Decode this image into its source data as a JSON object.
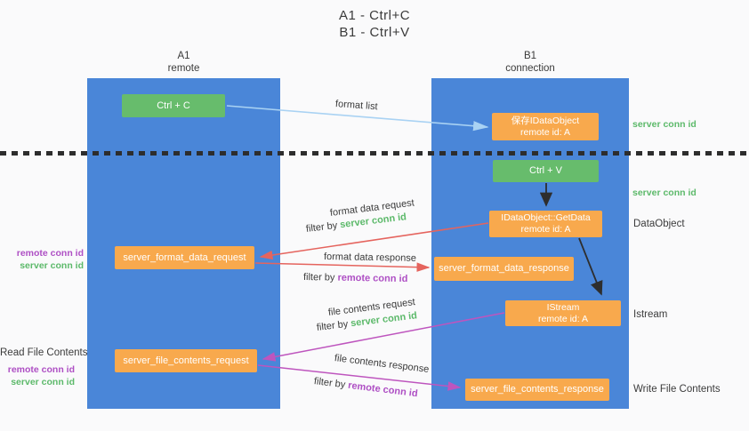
{
  "title": {
    "line1": "A1 - Ctrl+C",
    "line2": "B1 - Ctrl+V"
  },
  "columns": {
    "left": {
      "name": "A1",
      "role": "remote"
    },
    "right": {
      "name": "B1",
      "role": "connection"
    }
  },
  "boxes": {
    "ctrl_c": {
      "label": "Ctrl + C"
    },
    "save_idataobject": {
      "line1": "保存IDataObject",
      "line2": "remote id: A"
    },
    "ctrl_v": {
      "label": "Ctrl + V"
    },
    "getdata": {
      "line1": "IDataObject::GetData",
      "line2": "remote id: A"
    },
    "format_request": {
      "label": "server_format_data_request"
    },
    "format_response": {
      "label": "server_format_data_response"
    },
    "istream": {
      "line1": "IStream",
      "line2": "remote id: A"
    },
    "file_request": {
      "label": "server_file_contents_request"
    },
    "file_response": {
      "label": "server_file_contents_response"
    }
  },
  "arrow_labels": {
    "format_list": "format list",
    "format_data_request": "format data request",
    "format_data_request_filter_prefix": "filter by ",
    "format_data_request_filter_id": "server conn id",
    "format_data_response": "format data response",
    "format_data_response_filter_prefix": "filter by ",
    "format_data_response_filter_id": "remote conn id",
    "file_contents_request": "file contents request",
    "file_contents_request_filter_prefix": "filter by ",
    "file_contents_request_filter_id": "server conn id",
    "file_contents_response": "file contents response",
    "file_contents_response_filter_prefix": "filter by ",
    "file_contents_response_filter_id": "remote conn id"
  },
  "side_labels": {
    "right_server_conn_id_top": "server conn id",
    "right_server_conn_id_mid": "server conn id",
    "dataobject": "DataObject",
    "istream": "Istream",
    "write_file_contents": "Write File Contents",
    "left_remote_conn_id_1": "remote conn id",
    "left_server_conn_id_1": "server conn id",
    "read_file_contents": "Read File Contents",
    "left_remote_conn_id_2": "remote conn id",
    "left_server_conn_id_2": "server conn id"
  },
  "colors": {
    "column_blue": "#4A86D8",
    "box_green": "#67BC6C",
    "box_orange": "#F8A94D",
    "arrow_light_blue": "#A9D2F3",
    "arrow_red": "#E5645E",
    "arrow_magenta": "#BE55BE",
    "arrow_black": "#2E2E2E",
    "label_green": "#5CB96A",
    "label_purple": "#AE4FC4"
  }
}
